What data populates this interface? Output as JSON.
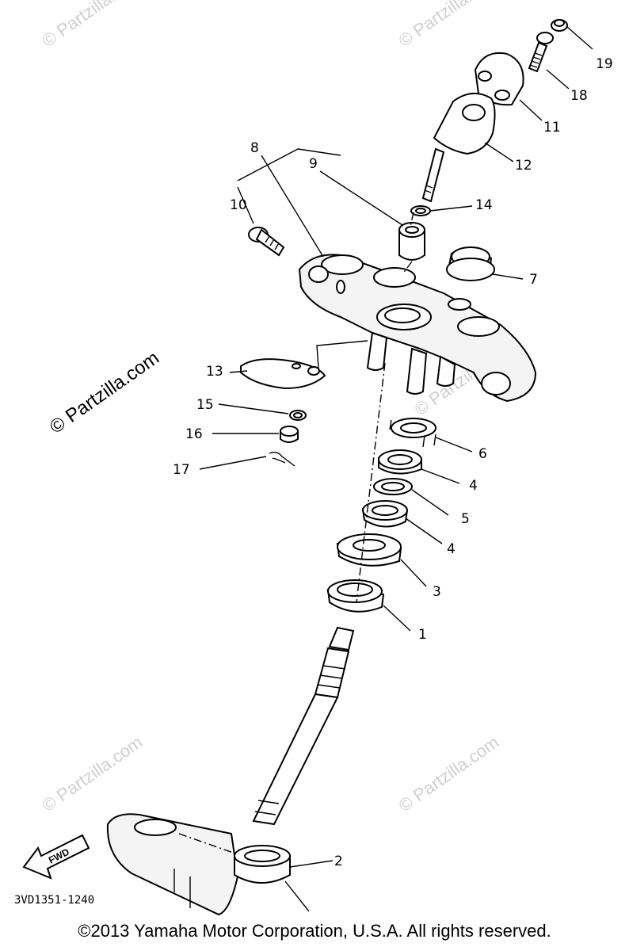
{
  "diagram": {
    "drawing_code": "3VD1351-1240",
    "direction_arrow": "FWD",
    "copyright": "©2013 Yamaha Motor Corporation, U.S.A. All rights reserved.",
    "watermark": "© Partzilla.com",
    "callouts": [
      {
        "id": "c19",
        "label": "19"
      },
      {
        "id": "c18",
        "label": "18"
      },
      {
        "id": "c11",
        "label": "11"
      },
      {
        "id": "c12",
        "label": "12"
      },
      {
        "id": "c8",
        "label": "8"
      },
      {
        "id": "c9",
        "label": "9"
      },
      {
        "id": "c10",
        "label": "10"
      },
      {
        "id": "c14",
        "label": "14"
      },
      {
        "id": "c7",
        "label": "7"
      },
      {
        "id": "c13",
        "label": "13"
      },
      {
        "id": "c15",
        "label": "15"
      },
      {
        "id": "c16",
        "label": "16"
      },
      {
        "id": "c17",
        "label": "17"
      },
      {
        "id": "c6",
        "label": "6"
      },
      {
        "id": "c4a",
        "label": "4"
      },
      {
        "id": "c5",
        "label": "5"
      },
      {
        "id": "c4b",
        "label": "4"
      },
      {
        "id": "c3",
        "label": "3"
      },
      {
        "id": "c1",
        "label": "1"
      },
      {
        "id": "c2",
        "label": "2"
      }
    ]
  }
}
